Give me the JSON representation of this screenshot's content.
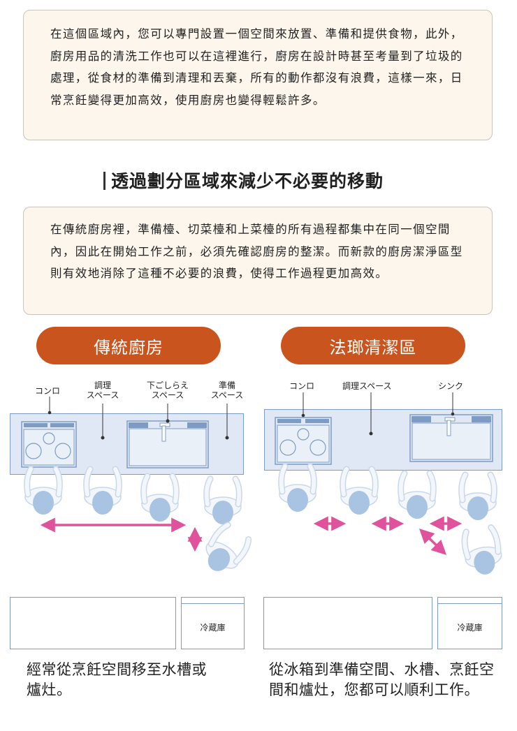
{
  "intro_paragraph": "在這個區域內，您可以專門設置一個空間來放置、準備和提供食物，此外，廚房用品的清洗工作也可以在這裡進行，廚房在設計時甚至考量到了垃圾的處理，從食材的準備到清理和丟棄，所有的動作都沒有浪費，這樣一來，日常烹飪變得更加高效，使用廚房也變得輕鬆許多。",
  "section_heading": "透過劃分區域來減少不必要的移動",
  "section_paragraph": "在傳統廚房裡，準備檯、切菜檯和上菜檯的所有過程都集中在同一個空間內，因此在開始工作之前，必須先確認廚房的整潔。而新款的廚房潔淨區型則有效地消除了這種不必要的浪費，使得工作過程更加高效。",
  "left_panel": {
    "title": "傳統廚房",
    "labels": {
      "stove": "コンロ",
      "cooking_space": "調理\nスペース",
      "prep_space": "下ごしらえ\nスペース",
      "ready_space": "準備\nスペース"
    },
    "fridge_label": "冷蔵庫",
    "caption": "經常從烹飪空間移至水槽或爐灶。"
  },
  "right_panel": {
    "title": "法瑯清潔區",
    "labels": {
      "stove": "コンロ",
      "cooking_space": "調理スペース",
      "sink": "シンク"
    },
    "fridge_label": "冷蔵庫",
    "caption": "從冰箱到準備空間、水槽、烹飪空間和爐灶，您都可以順利工作。"
  },
  "colors": {
    "pill": "#c9541d",
    "box_bg": "#fcf6ec",
    "counter_fill": "#dfe8f4",
    "counter_stroke": "#7e9bc4",
    "arrow": "#e0529c",
    "person": "#a9c3e2"
  }
}
